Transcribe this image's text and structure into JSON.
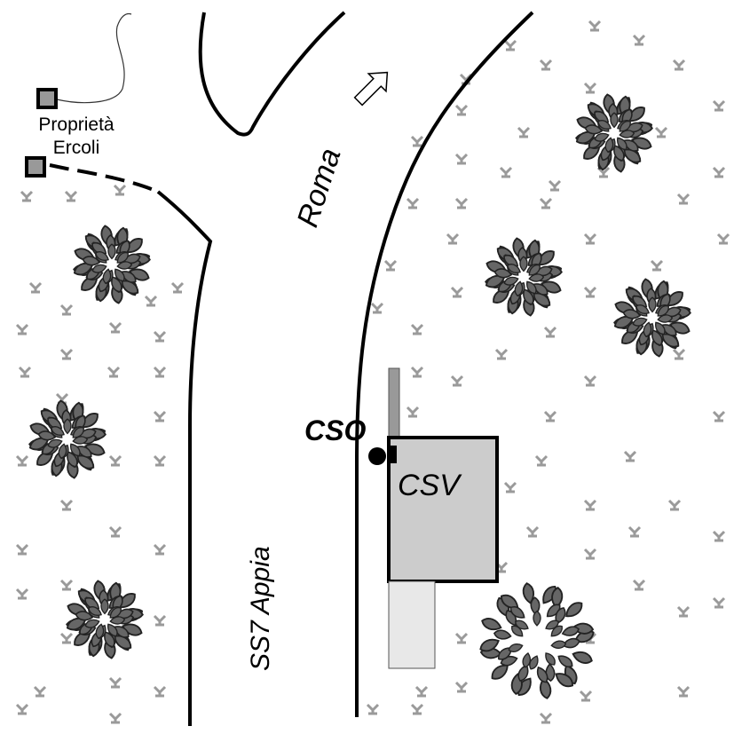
{
  "map": {
    "labels": {
      "property_line1": "Proprietà",
      "property_line2": "Ercoli",
      "road_roma": "Roma",
      "road_ss7": "SS7 Appia",
      "cso": "CSO",
      "csv": "CSV"
    },
    "legend_symbols": [
      "grass-tuft-icon",
      "tree-icon",
      "direction-arrow-icon",
      "property-marker-icon"
    ],
    "colors": {
      "road": "#000000",
      "grass": "#9a9a9a",
      "tree_leaf": "#666666",
      "csv_building": "#cccccc",
      "annex": "#e8e8e8",
      "marker_fill": "#999999"
    }
  }
}
